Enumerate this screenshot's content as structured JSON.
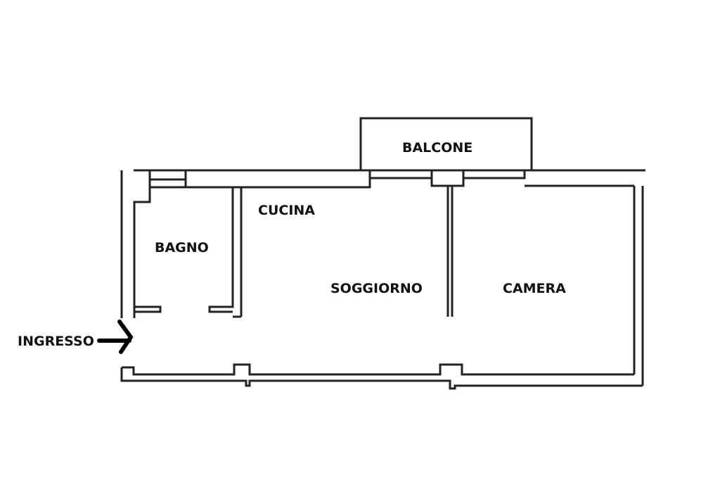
{
  "rooms": {
    "balcone": "BALCONE",
    "cucina": "CUCINA",
    "bagno": "BAGNO",
    "soggiorno": "SOGGIORNO",
    "camera": "CAMERA"
  },
  "entrance": {
    "label": "INGRESSO",
    "arrow_icon": "arrow-right-icon"
  },
  "colors": {
    "wall": "#222222",
    "background": "#ffffff"
  }
}
